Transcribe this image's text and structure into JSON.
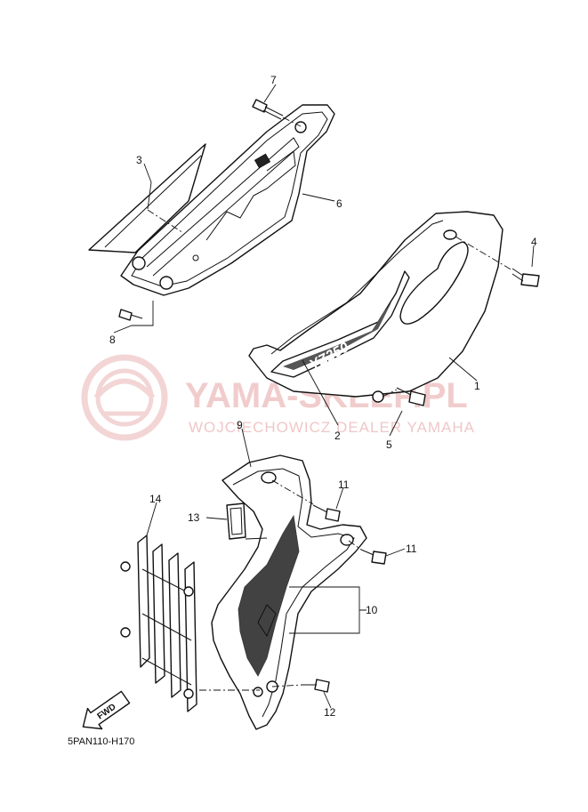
{
  "diagram_code": "5PAN110-H170",
  "watermark": {
    "title": "YAMA-SKLEP.PL",
    "subtitle": "WOJCIECHOWICZ DEALER YAMAHA",
    "color": "#e6a3a3"
  },
  "fwd_label": "FWD",
  "callouts": {
    "p1": "1",
    "p2": "2",
    "p3": "3",
    "p4": "4",
    "p5": "5",
    "p6": "6",
    "p7": "7",
    "p8": "8",
    "p9": "9",
    "p10": "10",
    "p11a": "11",
    "p11b": "11",
    "p12": "12",
    "p13": "13",
    "p14": "14"
  },
  "decal_text": "YZ250"
}
